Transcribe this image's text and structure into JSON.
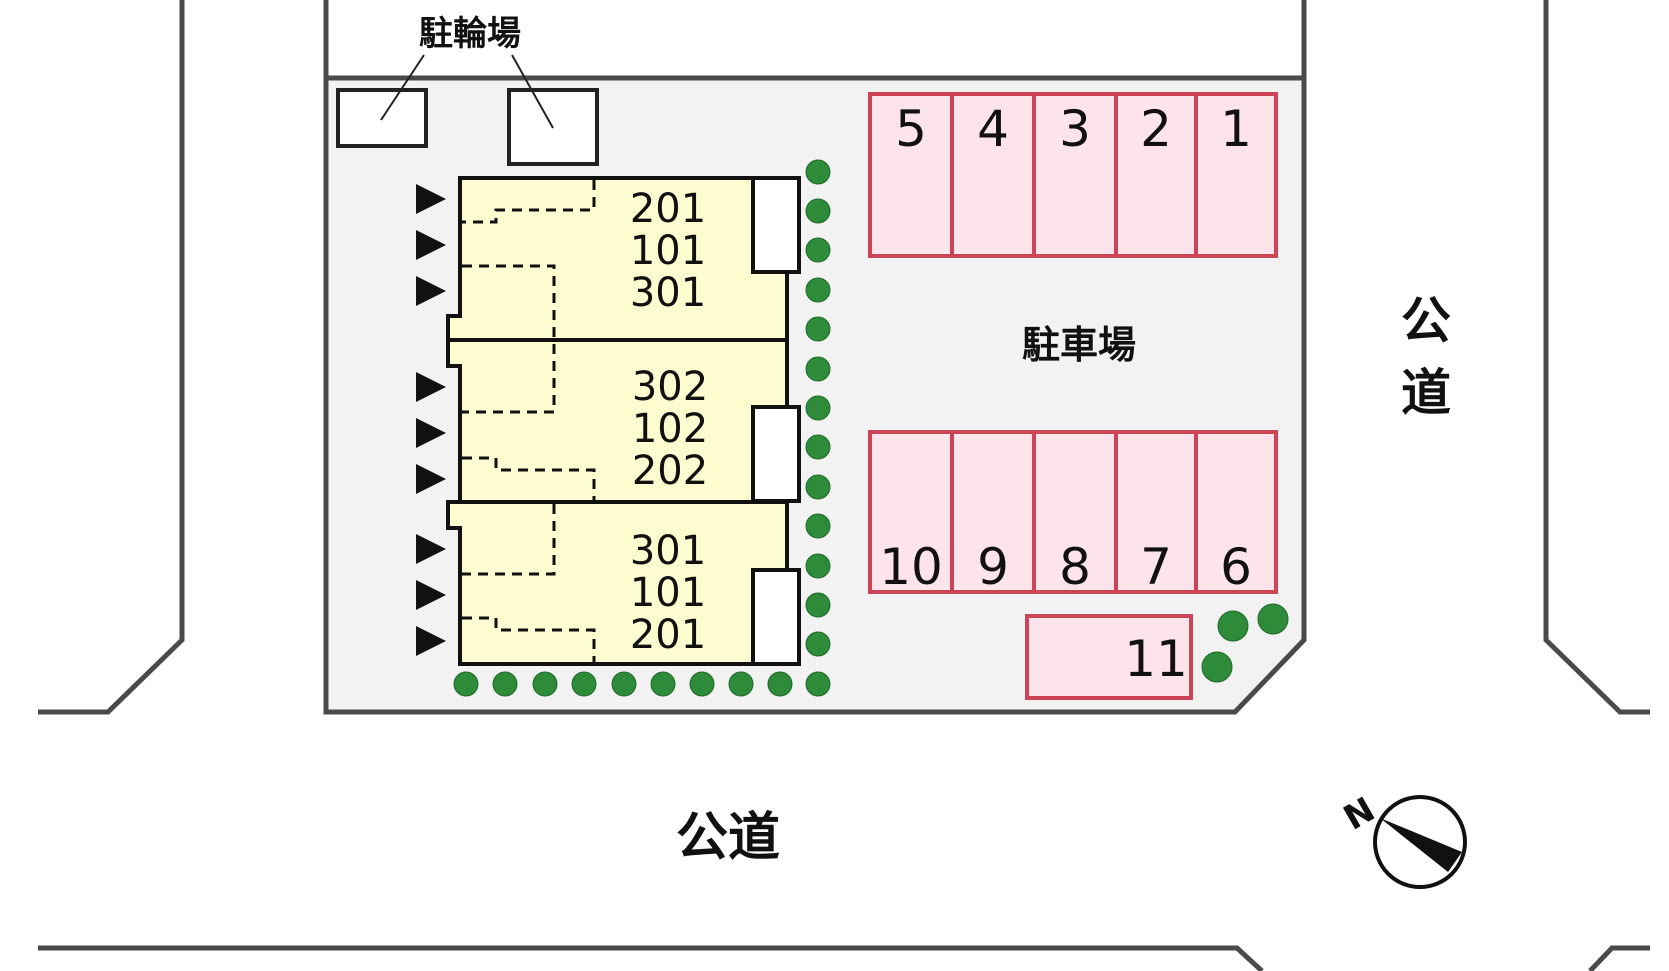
{
  "labels": {
    "bicycle_parking": "駐輪場",
    "parking": "駐車場",
    "public_road_right_1": "公",
    "public_road_right_2": "道",
    "public_road_bottom": "公道",
    "compass_north": "N"
  },
  "buildings": [
    {
      "rooms": [
        "201",
        "101",
        "301"
      ]
    },
    {
      "rooms": [
        "302",
        "102",
        "202"
      ]
    },
    {
      "rooms": [
        "301",
        "101",
        "201"
      ]
    }
  ],
  "parking_top_row": [
    "5",
    "4",
    "3",
    "2",
    "1"
  ],
  "parking_bottom_row": [
    "10",
    "9",
    "8",
    "7",
    "6"
  ],
  "parking_extra": "11",
  "colors": {
    "lot_fill": "#f2f2f2",
    "building_fill": "#fdfbd0",
    "parking_fill": "#fde3ea",
    "parking_border": "#cc4455",
    "tree": "#2e8b3a",
    "outline": "#222222"
  }
}
